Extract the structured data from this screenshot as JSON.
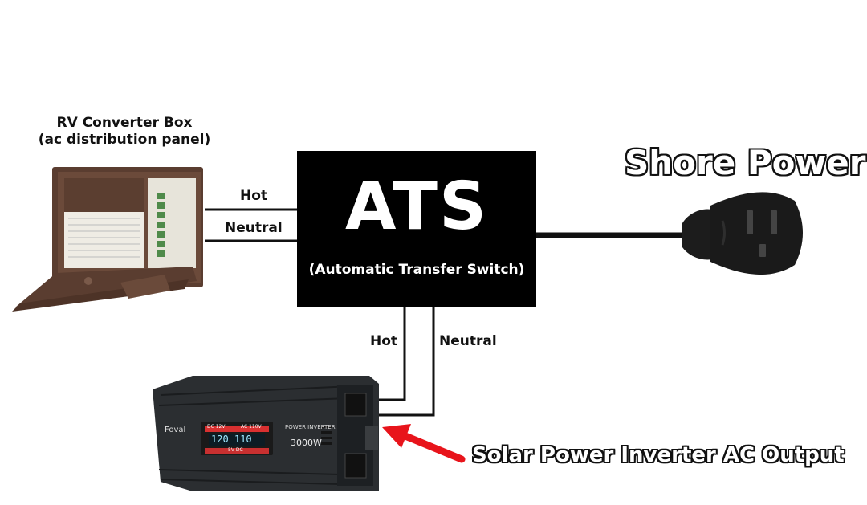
{
  "panel": {
    "label_line1": "RV Converter Box",
    "label_line2": "(ac distribution panel)"
  },
  "ats": {
    "title": "ATS",
    "subtitle": "(Automatic Transfer Switch)"
  },
  "shore": {
    "label": "Shore Power"
  },
  "wires": {
    "hot_top": "Hot",
    "neutral_top": "Neutral",
    "hot_bottom": "Hot",
    "neutral_bottom": "Neutral"
  },
  "inverter": {
    "label": "Solar Power Inverter AC Output",
    "brand": "Foval",
    "model": "3000W",
    "title": "POWER INVERTER",
    "display": "120 110",
    "dc_label": "DC 12V",
    "ac_label": "AC 110V",
    "usb_label": "5V DC"
  },
  "colors": {
    "ats_box": "#000000",
    "arrow": "#e8141b",
    "panel_brown": "#5a3d30",
    "inverter_body": "#2b2e31"
  }
}
